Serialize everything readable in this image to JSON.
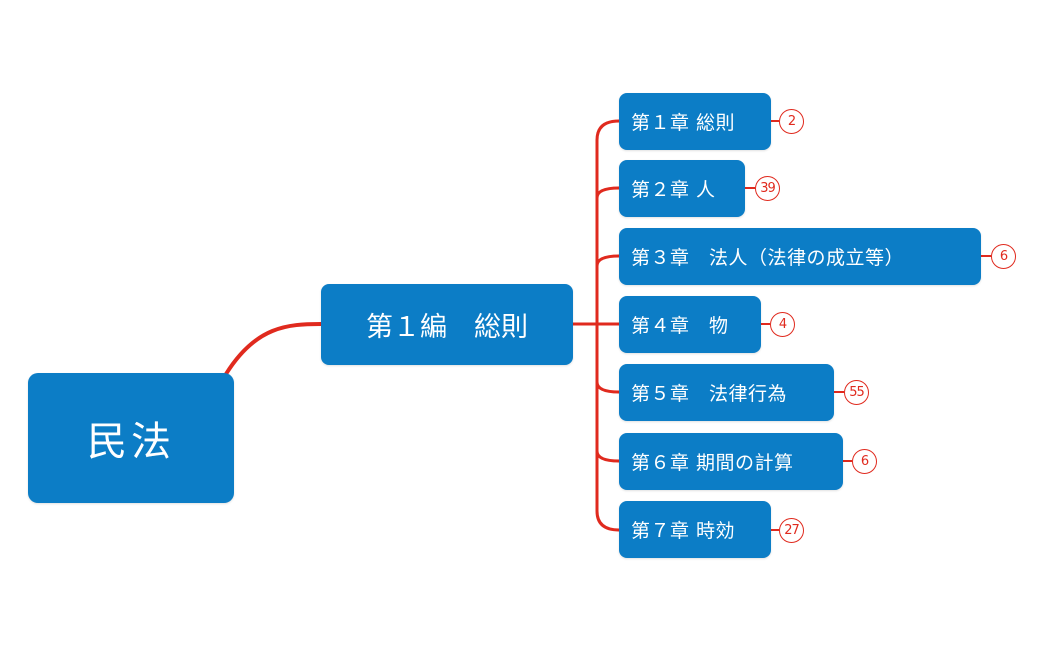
{
  "mindmap": {
    "root": {
      "label": "民法"
    },
    "main_topic": {
      "label": "第１編　総則"
    },
    "chapters": [
      {
        "label": "第１章 総則",
        "count": "2"
      },
      {
        "label": "第２章 人",
        "count": "39"
      },
      {
        "label": "第３章　法人（法律の成立等）",
        "count": "6"
      },
      {
        "label": "第４章　物",
        "count": "4"
      },
      {
        "label": "第５章　法律行為",
        "count": "55"
      },
      {
        "label": "第６章 期間の計算",
        "count": "6"
      },
      {
        "label": "第７章 時効",
        "count": "27"
      }
    ]
  },
  "colors": {
    "node_fill": "#0c7dc6",
    "node_text": "#ffffff",
    "connector": "#e02a1e",
    "badge": "#e02a1e"
  }
}
